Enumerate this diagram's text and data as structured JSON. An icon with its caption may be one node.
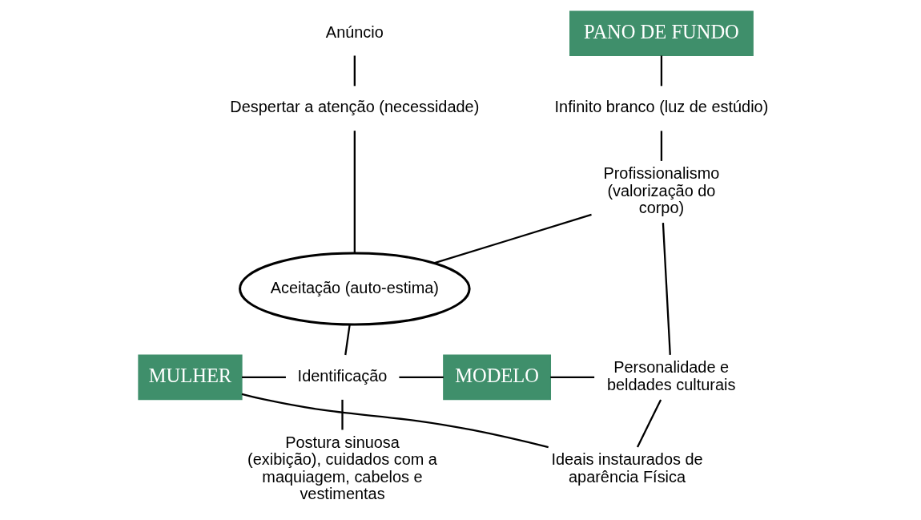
{
  "diagram": {
    "nodes": [
      {
        "text": [
          "PANO DE FUNDO"
        ]
      },
      {
        "text": [
          "Infinito branco (luz de estúdio)"
        ]
      },
      {
        "text": [
          "Profissionalismo (valorização do corpo)"
        ]
      },
      {
        "text": [
          "Anúncio"
        ]
      },
      {
        "text": [
          "Despertar a atenção (necessidade)"
        ]
      },
      {
        "text": [
          "Aceitação (auto-estima)"
        ]
      },
      {
        "text": [
          "MULHER"
        ]
      },
      {
        "text": [
          "Identificação"
        ]
      },
      {
        "text": [
          "MODELO"
        ]
      },
      {
        "text": [
          "Personalidade e beldades culturais"
        ]
      },
      {
        "text": [
          "Postura sinuosa (exibição), cuidados com a maquiagem, cabelos e vestimentas"
        ]
      },
      {
        "text": [
          "Ideais instaurados de aparência Física"
        ]
      }
    ],
    "edges": [
      {
        "from": 0,
        "to": 1,
        "arrow": "none"
      },
      {
        "from": 1,
        "to": 2,
        "arrow": "none"
      },
      {
        "from": 2,
        "to": 5,
        "arrow": "none"
      },
      {
        "from": 3,
        "to": 4,
        "arrow": "none"
      },
      {
        "from": 4,
        "to": 5,
        "arrow": "none"
      },
      {
        "from": 5,
        "to": 7,
        "arrow": "none"
      },
      {
        "from": 6,
        "to": 7,
        "arrow": "none"
      },
      {
        "from": 7,
        "to": 8,
        "arrow": "none"
      },
      {
        "from": 8,
        "to": 9,
        "arrow": "none"
      },
      {
        "from": 2,
        "to": 9,
        "arrow": "none"
      },
      {
        "from": 7,
        "to": 10,
        "arrow": "none"
      },
      {
        "from": 6,
        "to": 11,
        "arrow": "none"
      },
      {
        "from": 9,
        "to": 11,
        "arrow": "none"
      }
    ]
  }
}
